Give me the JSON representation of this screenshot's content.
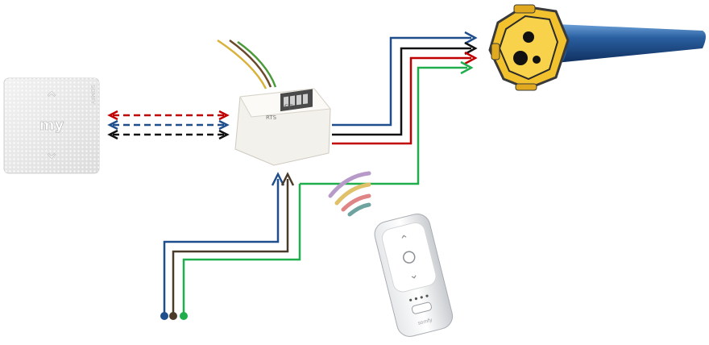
{
  "switch": {
    "button_top": "⌃",
    "button_middle": "my",
    "button_bottom": "⌄",
    "brand": "SOMFY"
  },
  "receiver": {
    "marking_a": "ℂE",
    "marking_b": "RTS"
  },
  "remote": {
    "brand": "somfy",
    "up": "⌃",
    "down": "⌄"
  },
  "colors": {
    "blue": "#1f4e8c",
    "red": "#c00000",
    "black": "#111111",
    "green": "#1fae4b",
    "brown": "#4b3b2b",
    "motor_yellow": "#f2c12e",
    "motor_tube": "#1e4e8a"
  },
  "icons": {
    "switch": "wall-switch-icon",
    "receiver": "receiver-module-icon",
    "motor": "tubular-motor-icon",
    "remote": "remote-control-icon",
    "signal": "radio-waves-icon"
  }
}
